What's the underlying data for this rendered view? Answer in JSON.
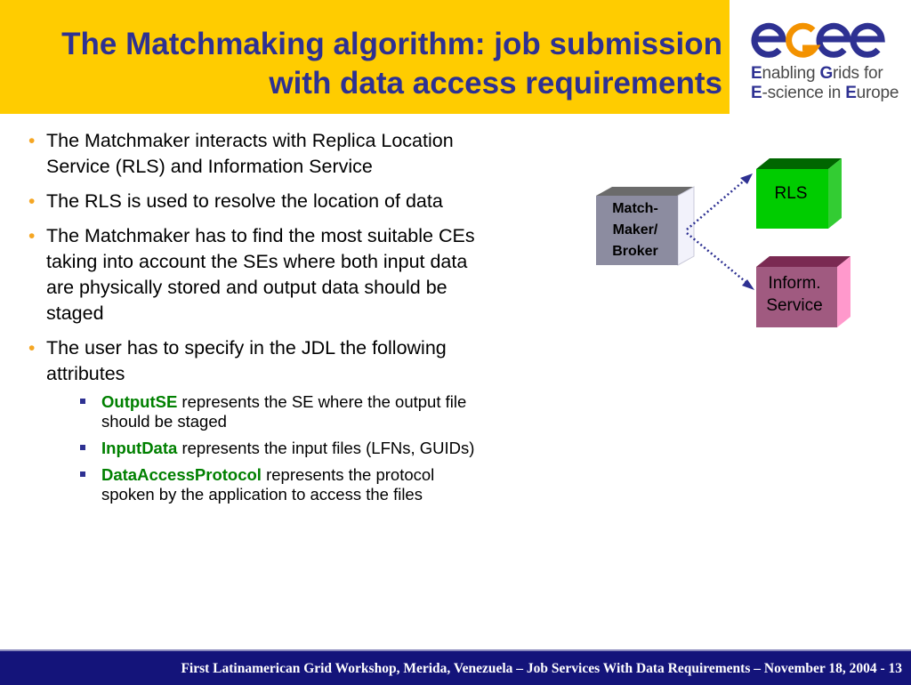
{
  "slide": {
    "title_line1": "The Matchmaking algorithm: job submission",
    "title_line2": "with data access requirements"
  },
  "logo": {
    "tagline_line1": [
      "E",
      "nabling ",
      "G",
      "rids for"
    ],
    "tagline_line2": [
      "E",
      "-science in ",
      "E",
      "urope"
    ]
  },
  "bullets": [
    "The Matchmaker interacts with Replica Location Service (RLS) and Information Service",
    "The RLS is used to resolve the location of data",
    "The Matchmaker has to find the most suitable CEs taking into account the SEs where both input data are physically stored and output data should be staged",
    "The user has to specify in the JDL the following attributes"
  ],
  "attributes": [
    {
      "name": "OutputSE",
      "description": " represents the SE where the output file should be staged"
    },
    {
      "name": "InputData",
      "description": " represents the input files (LFNs, GUIDs)"
    },
    {
      "name": "DataAccessProtocol",
      "description": " represents the protocol spoken by the application to access the files"
    }
  ],
  "diagram": {
    "matchmaker": {
      "line1": "Match-",
      "line2": "Maker/",
      "line3": "Broker"
    },
    "rls": "RLS",
    "inform": {
      "line1": "Inform.",
      "line2": "Service"
    }
  },
  "footer": {
    "text": "First Latinamerican Grid Workshop, Merida, Venezuela – Job Services With Data Requirements – November 18, 2004  - 13"
  },
  "colors": {
    "header_bg": "#ffcc00",
    "title": "#2e3192",
    "bullet_dot": "#f5a623",
    "keyword": "#008000",
    "footer_bg": "#14147a"
  },
  "icons": {
    "logo": "egee-logo-icon"
  }
}
